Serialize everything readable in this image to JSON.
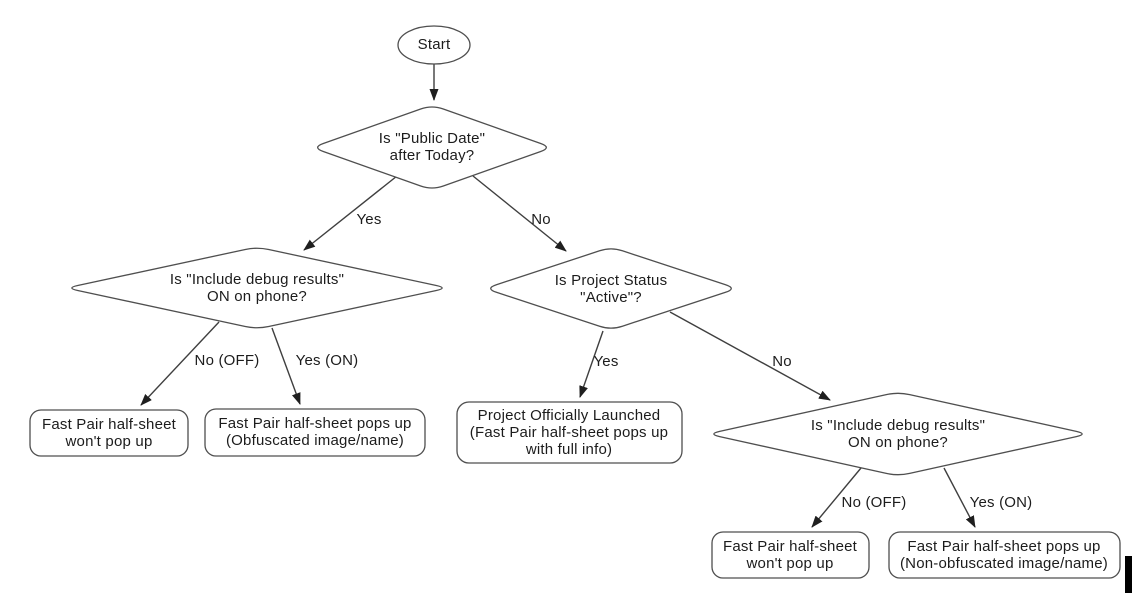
{
  "figure": {
    "type": "flowchart",
    "background": "#ffffff"
  },
  "colors": {
    "shape_stroke": "#4f4f4f",
    "edge_stroke": "#3f3f3f",
    "arrowhead": "#1f1f1f",
    "text": "#1c1c1c",
    "shape_fill": "#ffffff",
    "caret": "#000000"
  },
  "nodes": {
    "start": {
      "type": "start-ellipse",
      "label": "Start"
    },
    "public_date": {
      "type": "decision",
      "label": "Is \"Public Date\"\nafter Today?"
    },
    "debug_left": {
      "type": "decision",
      "label": "Is \"Include debug results\"\nON on phone?"
    },
    "project_status": {
      "type": "decision",
      "label": "Is Project Status\n\"Active\"?"
    },
    "debug_right": {
      "type": "decision",
      "label": "Is \"Include debug results\"\nON on phone?"
    },
    "no_popup_left": {
      "type": "terminal",
      "label": "Fast Pair half-sheet\nwon't pop up"
    },
    "obfuscated": {
      "type": "terminal",
      "label": "Fast Pair half-sheet pops up\n(Obfuscated image/name)"
    },
    "launched": {
      "type": "terminal",
      "label": "Project Officially Launched\n(Fast Pair half-sheet pops up\nwith full info)"
    },
    "no_popup_right": {
      "type": "terminal",
      "label": "Fast Pair half-sheet\nwon't pop up"
    },
    "non_obfuscated": {
      "type": "terminal",
      "label": "Fast Pair half-sheet pops up\n(Non-obfuscated image/name)"
    }
  },
  "edge_labels": {
    "public_date_yes": "Yes",
    "public_date_no": "No",
    "debug_left_no": "No (OFF)",
    "debug_left_yes": "Yes (ON)",
    "project_status_yes": "Yes",
    "project_status_no": "No",
    "debug_right_no": "No (OFF)",
    "debug_right_yes": "Yes (ON)"
  }
}
